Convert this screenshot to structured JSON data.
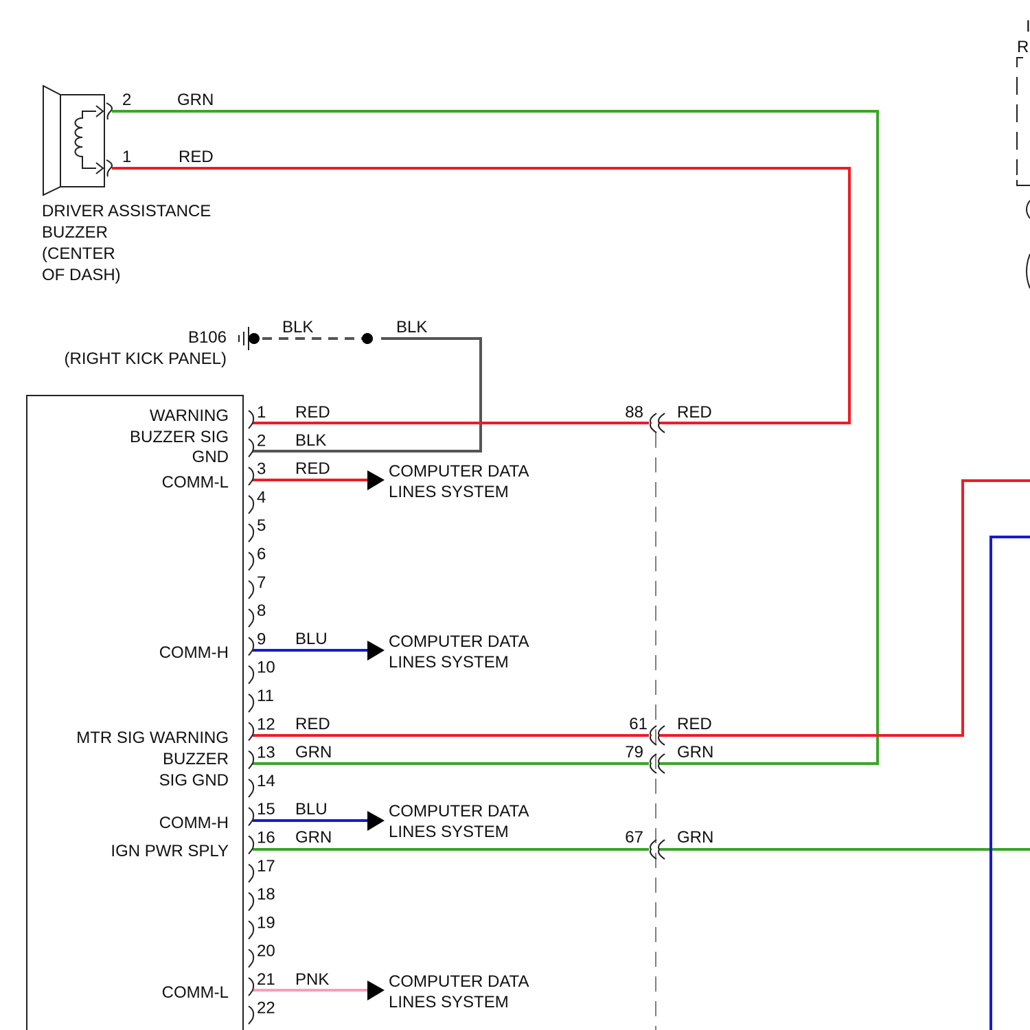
{
  "colors": {
    "grn": "#3aa52b",
    "red": "#ee1c25",
    "blk": "#555555",
    "blu": "#1a1acc",
    "pnk": "#f4a0b8"
  },
  "buzzer": {
    "label_lines": [
      "DRIVER ASSISTANCE",
      "BUZZER",
      "(CENTER",
      "OF DASH)"
    ],
    "pins": [
      {
        "num": "2",
        "color": "GRN"
      },
      {
        "num": "1",
        "color": "RED"
      }
    ]
  },
  "ground": {
    "id": "B106",
    "location": "(RIGHT KICK PANEL)",
    "wire_left": "BLK",
    "wire_right": "BLK"
  },
  "module": {
    "functions": [
      {
        "lines": [
          "WARNING",
          "BUZZER SIG"
        ]
      },
      {
        "lines": [
          "GND"
        ]
      },
      {
        "lines": [
          "COMM-L"
        ]
      },
      {
        "lines": [
          "COMM-H"
        ]
      },
      {
        "lines": [
          "MTR SIG WARNING",
          "BUZZER",
          "SIG GND"
        ]
      },
      {
        "lines": [
          "COMM-H"
        ]
      },
      {
        "lines": [
          "IGN PWR SPLY"
        ]
      },
      {
        "lines": [
          "COMM-L"
        ]
      }
    ],
    "pins": [
      "1",
      "2",
      "3",
      "4",
      "5",
      "6",
      "7",
      "8",
      "9",
      "10",
      "11",
      "12",
      "13",
      "14",
      "15",
      "16",
      "17",
      "18",
      "19",
      "20",
      "21",
      "22"
    ],
    "pin_wires": [
      {
        "pin": "1",
        "color": "RED"
      },
      {
        "pin": "2",
        "color": "BLK"
      },
      {
        "pin": "3",
        "color": "RED"
      },
      {
        "pin": "9",
        "color": "BLU"
      },
      {
        "pin": "12",
        "color": "RED"
      },
      {
        "pin": "13",
        "color": "GRN"
      },
      {
        "pin": "15",
        "color": "BLU"
      },
      {
        "pin": "16",
        "color": "GRN"
      },
      {
        "pin": "21",
        "color": "PNK"
      }
    ]
  },
  "data_lines_label": [
    "COMPUTER DATA",
    "LINES SYSTEM"
  ],
  "inline_connector": {
    "pins": [
      {
        "num": "88",
        "color": "RED"
      },
      {
        "num": "61",
        "color": "RED"
      },
      {
        "num": "79",
        "color": "GRN"
      },
      {
        "num": "67",
        "color": "GRN"
      }
    ]
  },
  "edge_fragments": [
    "I",
    "R"
  ]
}
